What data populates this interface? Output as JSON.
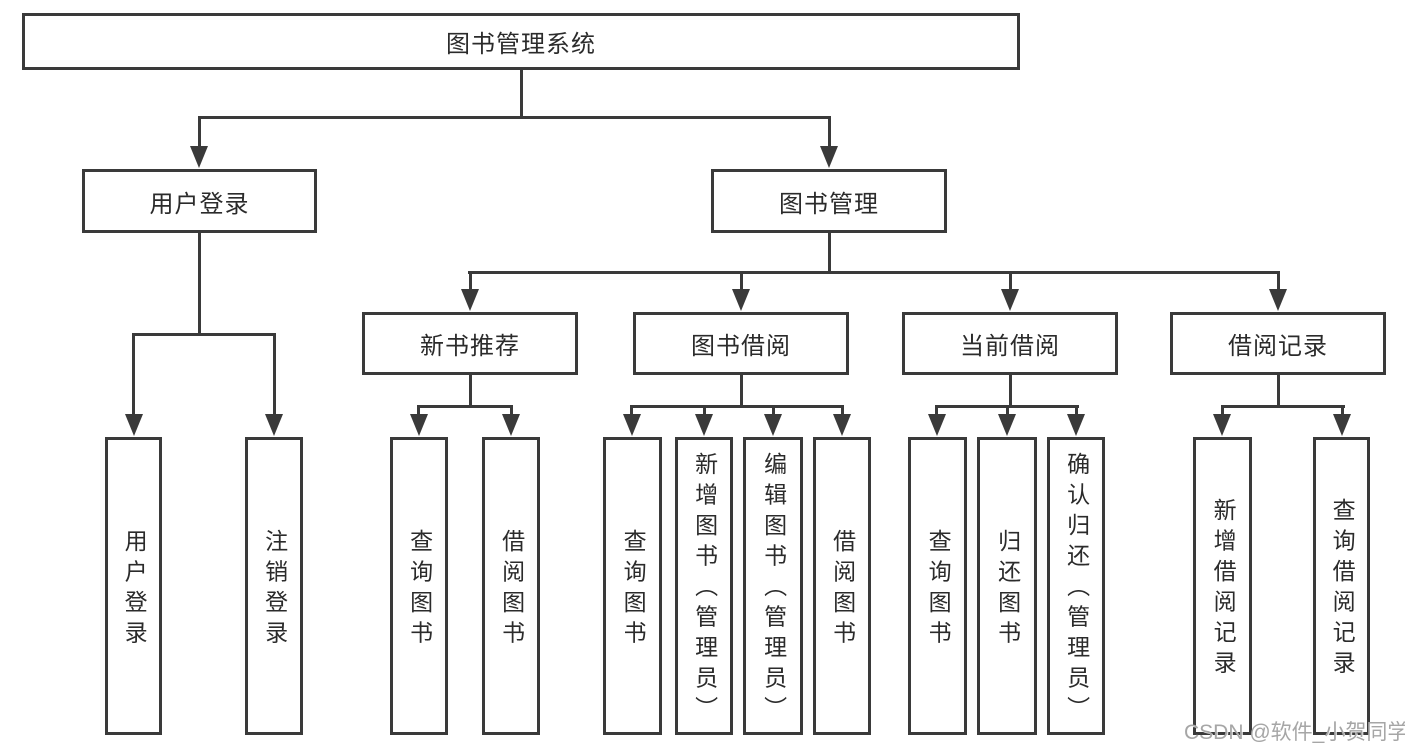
{
  "tree": {
    "root": "图书管理系统",
    "branches": [
      {
        "label": "用户登录",
        "children": [
          "用户登录",
          "注销登录"
        ]
      },
      {
        "label": "图书管理",
        "modules": [
          {
            "label": "新书推荐",
            "children": [
              "查询图书",
              "借阅图书"
            ]
          },
          {
            "label": "图书借阅",
            "children": [
              "查询图书",
              "新增图书（管理员）",
              "编辑图书（管理员）",
              "借阅图书"
            ]
          },
          {
            "label": "当前借阅",
            "children": [
              "查询图书",
              "归还图书",
              "确认归还（管理员）"
            ]
          },
          {
            "label": "借阅记录",
            "children": [
              "新增借阅记录",
              "查询借阅记录"
            ]
          }
        ]
      }
    ]
  },
  "watermark": "CSDN @软件_小贺同学",
  "colors": {
    "line": "#3a3a3a",
    "text": "#2b2b2b",
    "watermark": "#a6a6a6",
    "background": "#ffffff"
  }
}
